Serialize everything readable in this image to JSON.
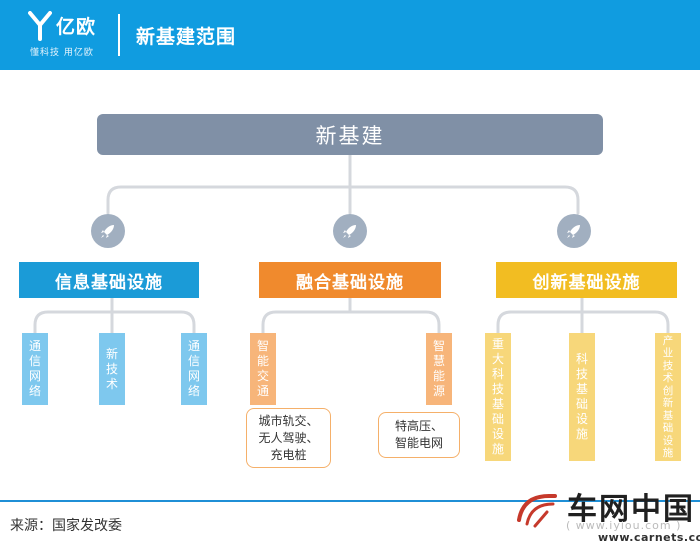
{
  "header": {
    "brand": "亿欧",
    "tagline": "懂科技 用亿欧",
    "title": "新基建范围"
  },
  "root": {
    "label": "新基建"
  },
  "categories": [
    {
      "label": "信息基础设施",
      "color": "#1b9bd7",
      "items": [
        "通信网络",
        "新技术",
        "通信网络"
      ]
    },
    {
      "label": "融合基础设施",
      "color": "#f08a2d",
      "items": [
        "智能交通",
        "智慧能源"
      ],
      "notes": [
        "城市轨交、\n无人驾驶、\n充电桩",
        "特高压、\n智能电网"
      ]
    },
    {
      "label": "创新基础设施",
      "color": "#f2bd22",
      "items": [
        "重大科技基础设施",
        "科技基础设施",
        "产业技术创新基础设施"
      ]
    }
  ],
  "colors": {
    "header": "#109ce0",
    "root": "#8090a6",
    "connector": "#d5d8dd",
    "rocket": "#a1afc0",
    "info_light": "#7ec8ee",
    "fusion_light": "#f7b57a",
    "innov_light": "#f7d77a"
  },
  "footer": {
    "source": "来源：国家发改委"
  },
  "watermark": {
    "text": "车网中国",
    "url": "( www.iyiou.com )",
    "url2": "www.carnets.com"
  }
}
